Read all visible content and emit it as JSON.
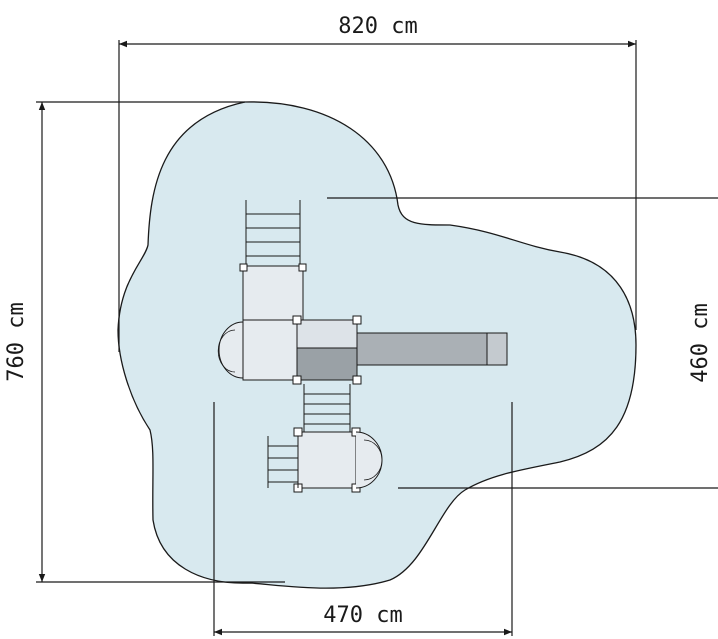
{
  "dimensions": {
    "top_width": "820 cm",
    "left_height": "760 cm",
    "right_height": "460 cm",
    "bottom_width": "470 cm"
  },
  "colors": {
    "safety_zone_fill": "#d8e9ef",
    "safety_zone_stroke": "#1a1a1a",
    "line": "#1a1a1a",
    "structure_fill": "#e6ebef",
    "platform_light": "#dde3e8",
    "platform_dark": "#9aa1a6",
    "slide_fill": "#aab0b5"
  },
  "icons": {
    "arrow_head": "filled-triangle"
  }
}
